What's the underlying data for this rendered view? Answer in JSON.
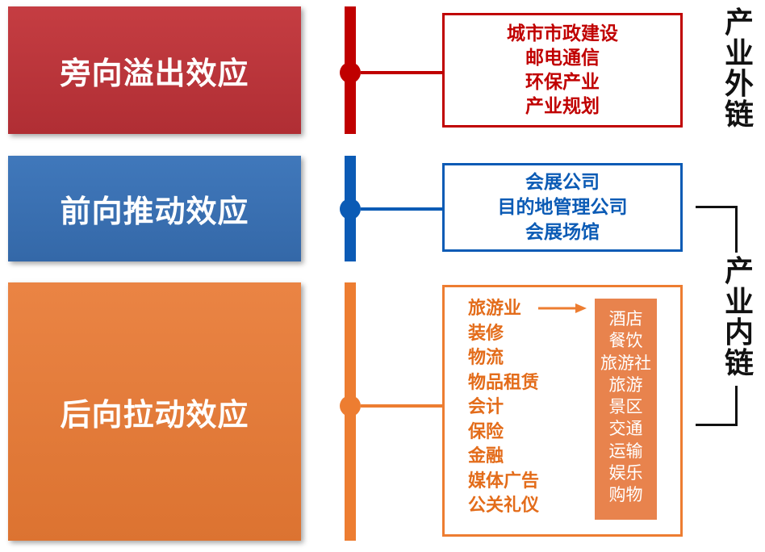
{
  "colors": {
    "red": "#c0343a",
    "blue": "#3a73b6",
    "orange": "#e77d3b",
    "red_line": "#c00000",
    "blue_line": "#0b5bb5",
    "orange_line": "#ed7d31"
  },
  "effects": [
    {
      "label": "旁向溢出效应"
    },
    {
      "label": "前向推动效应"
    },
    {
      "label": "后向拉动效应"
    }
  ],
  "red_box": {
    "items": [
      "城市市政建设",
      "邮电通信",
      "环保产业",
      "产业规划"
    ]
  },
  "blue_box": {
    "items": [
      "会展公司",
      "目的地管理公司",
      "会展场馆"
    ]
  },
  "orange_box": {
    "items": [
      "旅游业",
      "装修",
      "物流",
      "物品租赁",
      "会计",
      "保险",
      "金融",
      "媒体广告",
      "公关礼仪"
    ],
    "tourism_sub": [
      "酒店",
      "餐饮",
      "旅游社",
      "旅游",
      "景区",
      "交通",
      "运输",
      "娱乐",
      "购物"
    ]
  },
  "side_labels": {
    "outer": [
      "产",
      "业",
      "外",
      "链"
    ],
    "inner": [
      "产",
      "业",
      "内",
      "链"
    ]
  }
}
